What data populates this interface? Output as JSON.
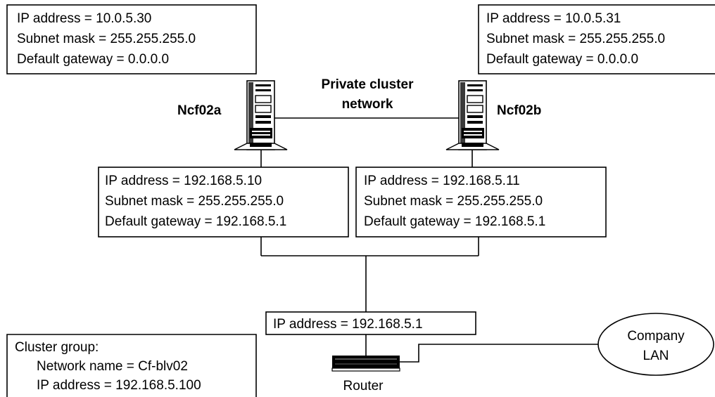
{
  "server_a": {
    "name": "Ncf02a",
    "private_nic": {
      "ip": "IP address = 10.0.5.30",
      "subnet": "Subnet mask = 255.255.255.0",
      "gateway": "Default gateway = 0.0.0.0"
    },
    "public_nic": {
      "ip": "IP address = 192.168.5.10",
      "subnet": "Subnet mask = 255.255.255.0",
      "gateway": "Default gateway = 192.168.5.1"
    }
  },
  "server_b": {
    "name": "Ncf02b",
    "private_nic": {
      "ip": "IP address = 10.0.5.31",
      "subnet": "Subnet mask = 255.255.255.0",
      "gateway": "Default gateway = 0.0.0.0"
    },
    "public_nic": {
      "ip": "IP address = 192.168.5.11",
      "subnet": "Subnet mask = 255.255.255.0",
      "gateway": "Default gateway = 192.168.5.1"
    }
  },
  "private_network": {
    "line1": "Private cluster",
    "line2": "network"
  },
  "router": {
    "ip": "IP address = 192.168.5.1",
    "label": "Router"
  },
  "company_lan": {
    "line1": "Company",
    "line2": "LAN"
  },
  "cluster_group": {
    "title": "Cluster group:",
    "network_name": "Network name = Cf-blv02",
    "ip": "IP address = 192.168.5.100"
  }
}
